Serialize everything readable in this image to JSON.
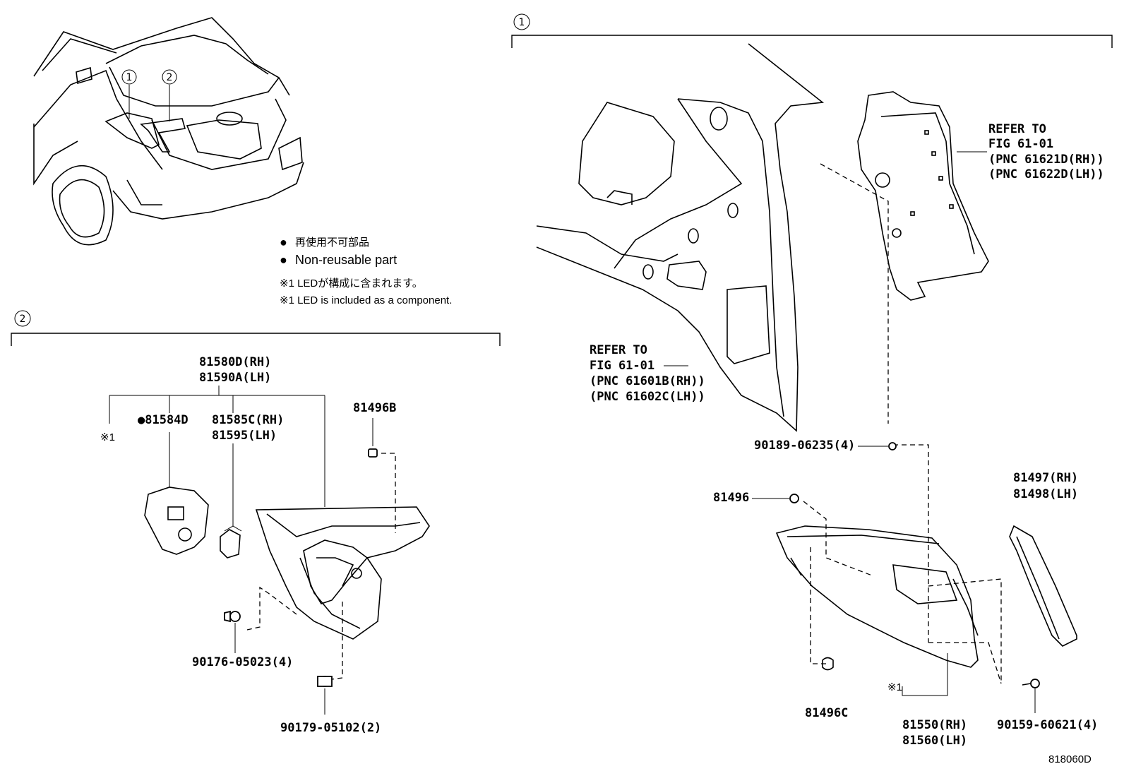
{
  "legend": {
    "non_reusable_jp": "再使用不可部品",
    "non_reusable_en": "Non-reusable part",
    "led_note_jp": "※1 LEDが構成に含まれます。",
    "led_note_en": "※1 LED is included as a component.",
    "bullet_glyph": "●"
  },
  "callouts": {
    "one": "1",
    "two": "2"
  },
  "group1_refs": {
    "refer_a": [
      "REFER TO",
      "FIG 61-01",
      "(PNC 61621D(RH))",
      "(PNC 61622D(LH))"
    ],
    "refer_b": [
      "REFER TO",
      "FIG 61-01",
      "(PNC 61601B(RH))",
      "(PNC 61602C(LH))"
    ]
  },
  "group1_parts": {
    "p90189": "90189-06235(4)",
    "p81496": "81496",
    "p81497": "81497(RH)",
    "p81498": "81498(LH)",
    "p81496c": "81496C",
    "note_mark": "※1",
    "p81550": "81550(RH)",
    "p81560": "81560(LH)",
    "p90159": "90159-60621(4)"
  },
  "group2_parts": {
    "p81580d": "81580D(RH)",
    "p81590a": "81590A(LH)",
    "note_mark": "※1",
    "p81584d": "●81584D",
    "p81585c": "81585C(RH)",
    "p81595": "81595(LH)",
    "p81496b": "81496B",
    "p90176": "90176-05023(4)",
    "p90179": "90179-05102(2)"
  },
  "figure_code": "818060D"
}
